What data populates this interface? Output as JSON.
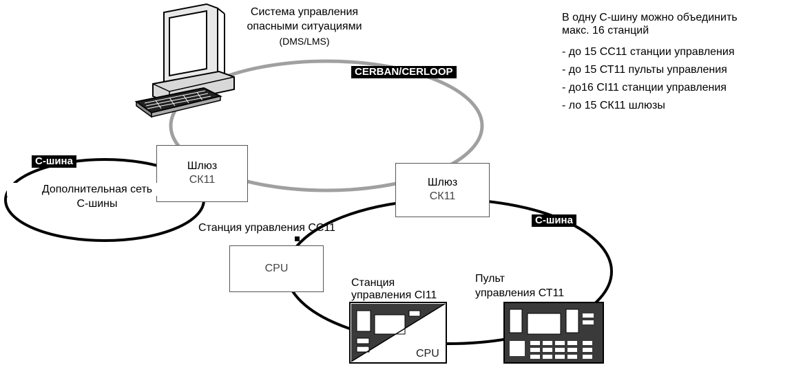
{
  "dms": {
    "line1": "Система управления",
    "line2": "опасными ситуациями",
    "line3": "(DMS/LMS)"
  },
  "note": {
    "line1": "В одну С-шину можно объединить",
    "line2": "макс. 16 станций",
    "items": [
      "- до 15 СС11    станции управления",
      "- до 15 СТ11    пульты управления",
      "- до16 СI11      станции управления",
      "- ло 15 СК11   шлюзы"
    ]
  },
  "tags": {
    "cerban": "CERBAN/CERLOOP",
    "cbus_left": "С-шина",
    "cbus_right": "С-шина"
  },
  "gateway_left": {
    "line1": "Шлюз",
    "line2": "СК11"
  },
  "gateway_right": {
    "line1": "Шлюз",
    "line2": "СК11"
  },
  "extra_net": {
    "line1": "Дополнительная сеть",
    "line2": "С-шины"
  },
  "cc11": {
    "label": "Станция управления СС11",
    "cpu": "CPU"
  },
  "ci11": {
    "line1": "Станция",
    "line2": "управления СI11",
    "cpu": "CPU"
  },
  "ct11": {
    "line1": "Пульт",
    "line2": "управления  СТ11"
  },
  "colors": {
    "cerban_ring": "#a0a0a0",
    "cbus_ring": "#000000",
    "tag_bg": "#000000"
  }
}
